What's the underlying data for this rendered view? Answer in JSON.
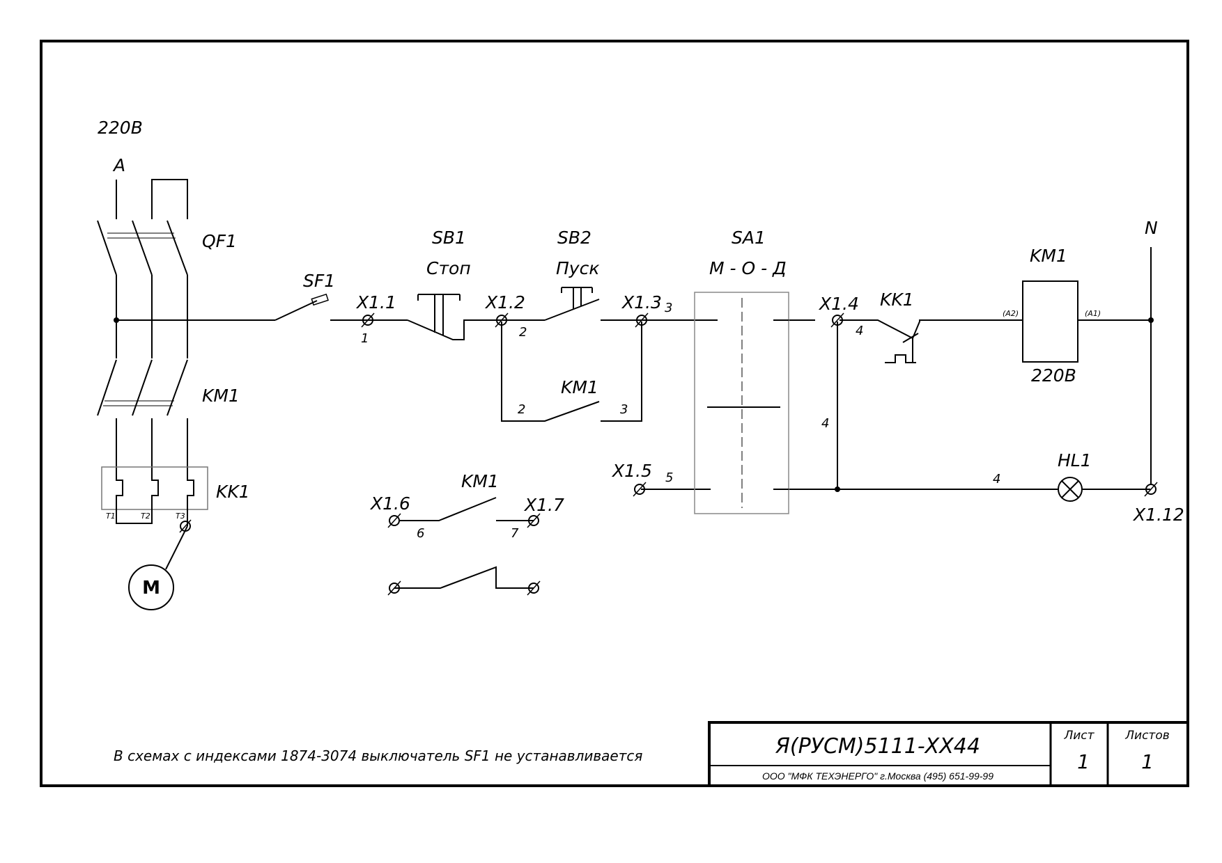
{
  "supply": {
    "voltage": "220В",
    "phase": "A",
    "neutral": "N"
  },
  "components": {
    "qf1": "QF1",
    "km1_main": "KM1",
    "kk1_relay": "KK1",
    "kk1_terminals": [
      "T1",
      "T2",
      "T3"
    ],
    "motor": "M",
    "sf1": "SF1",
    "sb1": {
      "name": "SB1",
      "caption": "Стоп"
    },
    "sb2": {
      "name": "SB2",
      "caption": "Пуск"
    },
    "sa1": {
      "name": "SA1",
      "caption": "М - О - Д"
    },
    "km1_hold": "KM1",
    "kk1_contact": "KK1",
    "km1_coil": {
      "name": "KM1",
      "pin_left": "(A2)",
      "pin_right": "(A1)",
      "voltage": "220В"
    },
    "hl1": "HL1",
    "km1_aux": "KM1"
  },
  "terminals": {
    "x11": "X1.1",
    "x12": "X1.2",
    "x13": "X1.3",
    "x14": "X1.4",
    "x15": "X1.5",
    "x16": "X1.6",
    "x17": "X1.7",
    "x112": "X1.12"
  },
  "wires": {
    "w1": "1",
    "w2a": "2",
    "w2b": "2",
    "w3a": "3",
    "w3b": "3",
    "w4a": "4",
    "w4b": "4",
    "w4c": "4",
    "w5": "5",
    "w6": "6",
    "w7": "7"
  },
  "note": "В схемах с индексами 1874-3074 выключатель SF1 не устанавливается",
  "title_block": {
    "designation": "Я(РУСМ)5111-XX44",
    "organization": "ООО \"МФК ТЕХЭНЕРГО\" г.Москва  (495) 651-99-99",
    "sheet_label": "Лист",
    "sheet_value": "1",
    "sheets_label": "Листов",
    "sheets_value": "1"
  }
}
